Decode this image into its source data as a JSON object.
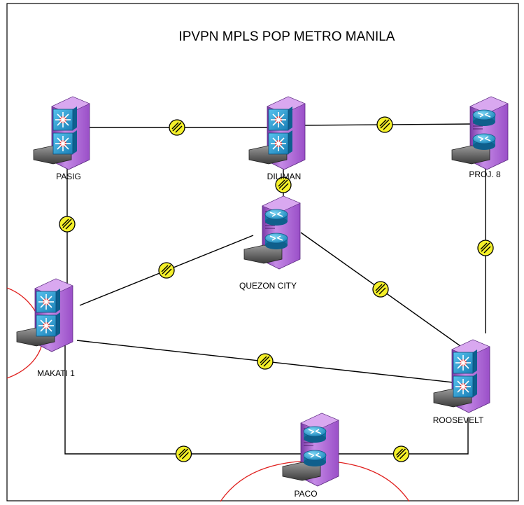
{
  "title": "IPVPN MPLS POP METRO MANILA",
  "nodes": {
    "pasig": {
      "label": "PASIG",
      "device": "switch"
    },
    "diliman": {
      "label": "DILIMAN",
      "device": "switch"
    },
    "proj8": {
      "label": "PROJ. 8",
      "device": "router"
    },
    "quezon": {
      "label": "QUEZON CITY",
      "device": "router"
    },
    "makati": {
      "label": "MAKATI 1",
      "device": "switch"
    },
    "roosevelt": {
      "label": "ROOSEVELT",
      "device": "switch"
    },
    "paco": {
      "label": "PACO",
      "device": "router"
    }
  },
  "links": [
    [
      "pasig",
      "diliman"
    ],
    [
      "diliman",
      "proj8"
    ],
    [
      "pasig",
      "makati"
    ],
    [
      "diliman",
      "quezon"
    ],
    [
      "proj8",
      "roosevelt"
    ],
    [
      "makati",
      "quezon"
    ],
    [
      "quezon",
      "roosevelt"
    ],
    [
      "makati",
      "roosevelt"
    ],
    [
      "makati",
      "paco"
    ],
    [
      "paco",
      "roosevelt"
    ]
  ],
  "colors": {
    "tower": "#b36bd6",
    "switch_face": "#2aa0d8",
    "router_face": "#35a9d8",
    "link": "#000000",
    "link_marker": "#f4f02a",
    "area_outline": "#e0201e"
  }
}
